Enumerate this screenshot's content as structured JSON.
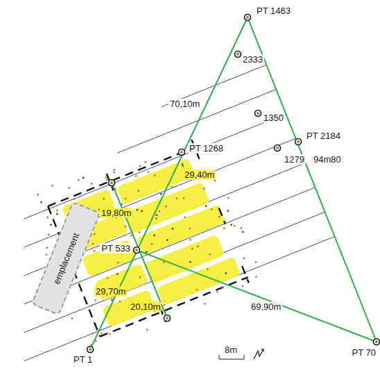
{
  "diagram": {
    "nodes": [
      {
        "text": [
          "emplacement"
        ]
      }
    ],
    "labels": [
      "PT 1463",
      "2333",
      "70,10m",
      "1350",
      "PT 2184",
      "PT 1268",
      "1279",
      "94m80",
      "29,40m",
      "19,80m",
      "PT 533",
      "29,70m",
      "20,10m",
      "69,90m",
      "PT 1",
      "PT 70",
      "8m"
    ]
  }
}
